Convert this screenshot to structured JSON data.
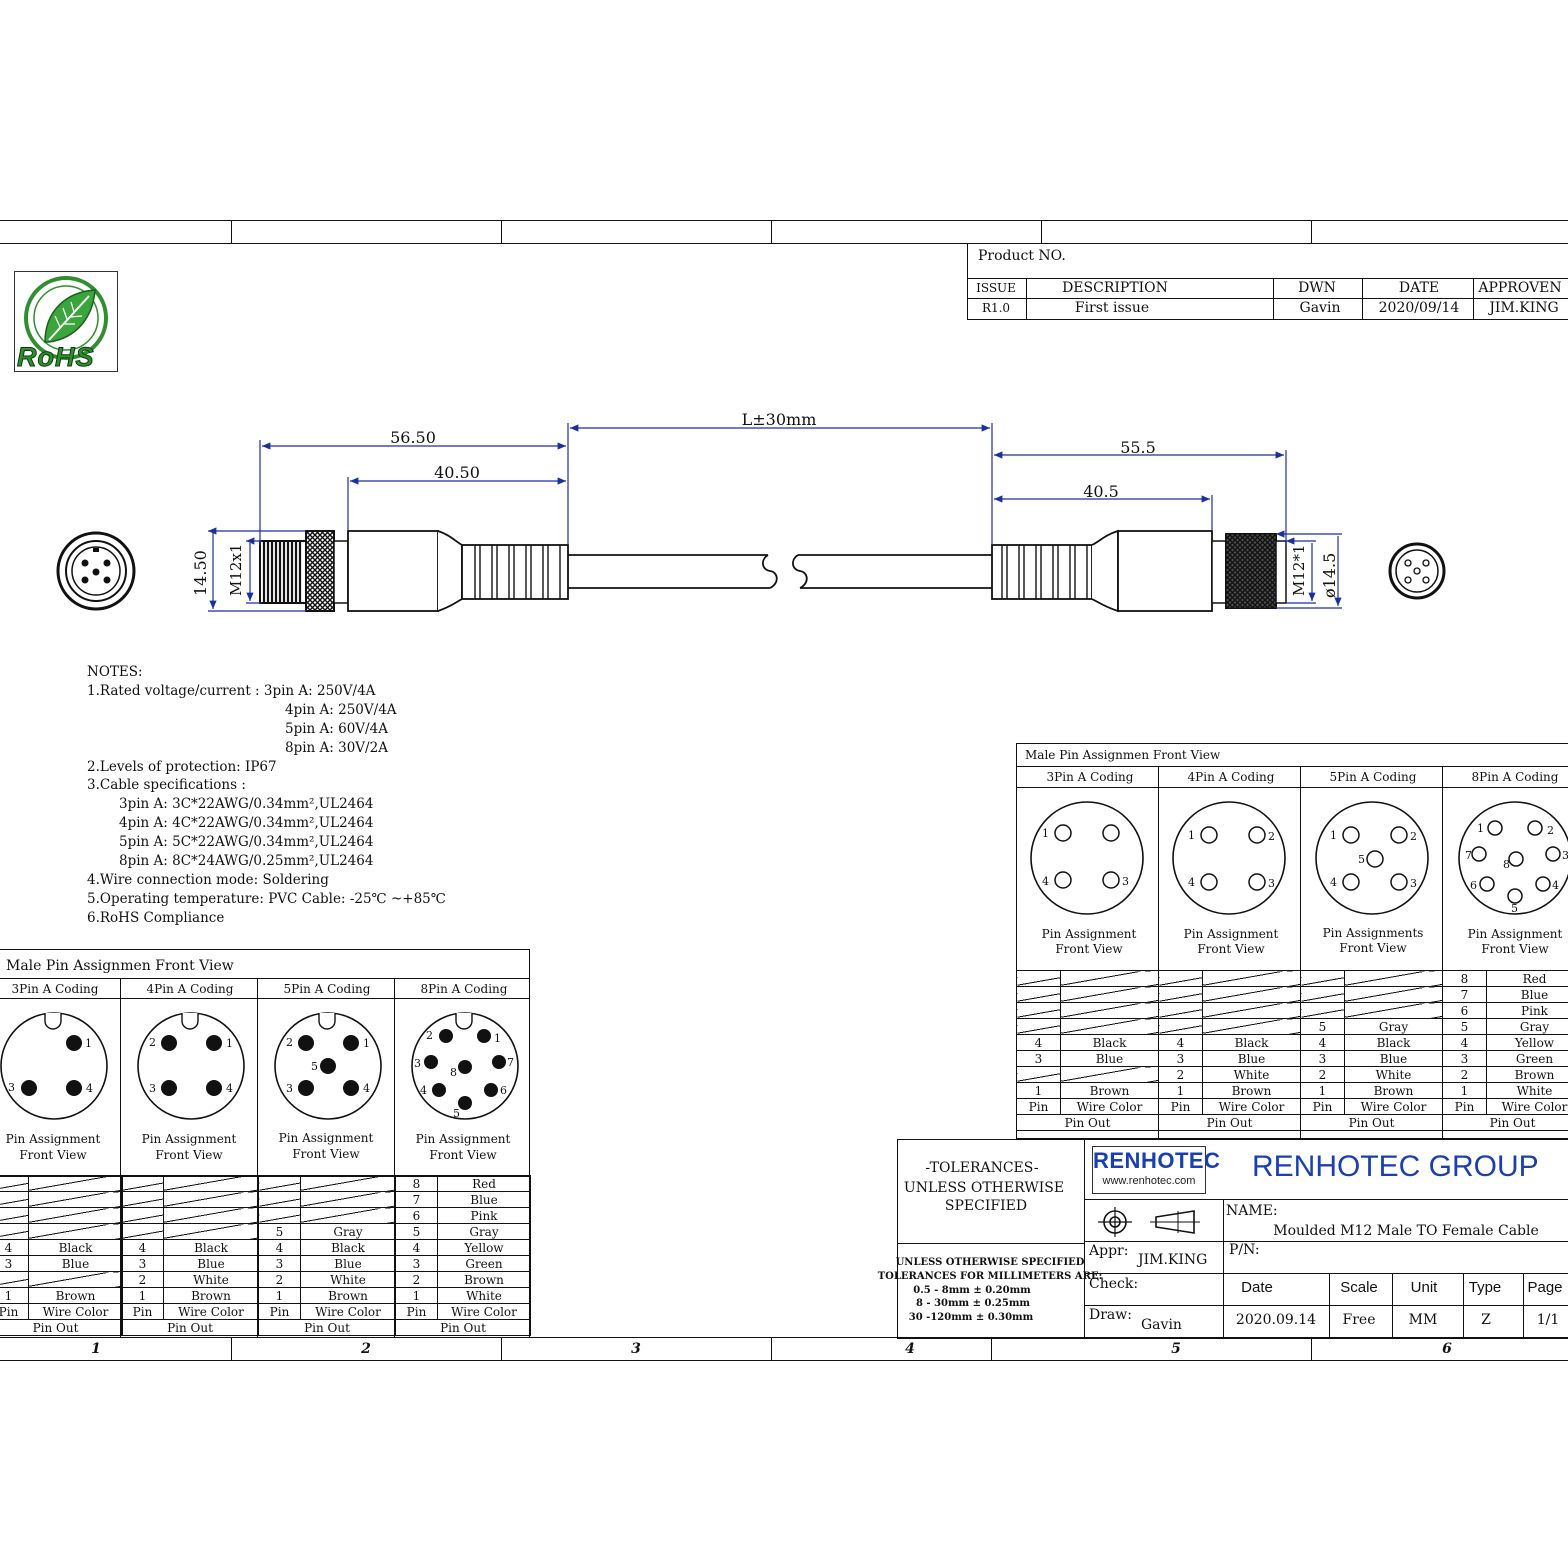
{
  "header": {
    "product_no_label": "Product NO.",
    "issue_label": "ISSUE",
    "description_label": "DESCRIPTION",
    "dwn_label": "DWN",
    "date_label": "DATE",
    "approven_label": "APPROVEN",
    "issue": "R1.0",
    "description": "First issue",
    "dwn": "Gavin",
    "date": "2020/09/14",
    "approven": "JIM.KING"
  },
  "logo": {
    "text": "RoHS",
    "colors": {
      "green": "#2f8f2f",
      "dark": "#1b5e20"
    }
  },
  "dimensions": {
    "d1": "56.50",
    "d2": "40.50",
    "length": "L±30mm",
    "d3": "55.5",
    "d4": "40.5",
    "left_height": "14.50",
    "left_thread": "M12x1",
    "right_thread": "M12*1",
    "right_dia": "ø14.5"
  },
  "notes": {
    "title": "NOTES:",
    "lines": [
      "1.Rated voltage/current : 3pin A: 250V/4A",
      "4pin A: 250V/4A",
      "5pin A: 60V/4A",
      "8pin A: 30V/2A",
      "2.Levels of protection: IP67",
      "3.Cable specifications :",
      "3pin A: 3C*22AWG/0.34mm²,UL2464",
      "4pin A: 4C*22AWG/0.34mm²,UL2464",
      "5pin A: 5C*22AWG/0.34mm²,UL2464",
      "8pin A: 8C*24AWG/0.25mm²,UL2464",
      "4.Wire connection mode: Soldering",
      "5.Operating temperature: PVC Cable: -25℃ ~+85℃",
      "6.RoHS Compliance"
    ]
  },
  "left_table": {
    "title": "Male Pin Assignmen Front View",
    "codings": [
      "3Pin A Coding",
      "4Pin A Coding",
      "5Pin A Coding",
      "8Pin A Coding"
    ],
    "captions": [
      [
        "Pin Assignment",
        "Front View"
      ],
      [
        "Pin Assignment",
        "Front View"
      ],
      [
        "Pin Assignment",
        "Front View"
      ],
      [
        "Pin Assignment",
        "Front View"
      ]
    ],
    "pin_header": "Pin",
    "color_header": "Wire Color",
    "pin_out": "Pin Out"
  },
  "right_table": {
    "title": "Male Pin Assignmen Front View",
    "codings": [
      "3Pin A Coding",
      "4Pin A Coding",
      "5Pin A Coding",
      "8Pin A Coding"
    ],
    "captions": [
      [
        "Pin Assignment",
        "Front View"
      ],
      [
        "Pin Assignment",
        "Front View"
      ],
      [
        "Pin Assignments",
        "Front View"
      ],
      [
        "Pin Assignment",
        "Front View"
      ]
    ],
    "pin_header": "Pin",
    "color_header": "Wire Color",
    "pin_out": "Pin Out"
  },
  "wiring": {
    "pin3": [
      [
        "",
        ""
      ],
      [
        "",
        ""
      ],
      [
        "",
        ""
      ],
      [
        "",
        ""
      ],
      [
        "4",
        "Black"
      ],
      [
        "3",
        "Blue"
      ],
      [
        "",
        ""
      ],
      [
        "1",
        "Brown"
      ]
    ],
    "pin4": [
      [
        "",
        ""
      ],
      [
        "",
        ""
      ],
      [
        "",
        ""
      ],
      [
        "",
        ""
      ],
      [
        "4",
        "Black"
      ],
      [
        "3",
        "Blue"
      ],
      [
        "2",
        "White"
      ],
      [
        "1",
        "Brown"
      ]
    ],
    "pin5": [
      [
        "",
        ""
      ],
      [
        "",
        ""
      ],
      [
        "",
        ""
      ],
      [
        "5",
        "Gray"
      ],
      [
        "4",
        "Black"
      ],
      [
        "3",
        "Blue"
      ],
      [
        "2",
        "White"
      ],
      [
        "1",
        "Brown"
      ]
    ],
    "pin8": [
      [
        "8",
        "Red"
      ],
      [
        "7",
        "Blue"
      ],
      [
        "6",
        "Pink"
      ],
      [
        "5",
        "Gray"
      ],
      [
        "4",
        "Yellow"
      ],
      [
        "3",
        "Green"
      ],
      [
        "2",
        "Brown"
      ],
      [
        "1",
        "White"
      ]
    ]
  },
  "title_block": {
    "tolerances_heading": [
      "-TOLERANCES-",
      "UNLESS OTHERWISE",
      "SPECIFIED"
    ],
    "tolerances_lines": [
      "UNLESS OTHERWISE SPECIFIED",
      "TOLERANCES FOR MILLIMETERS ARE:",
      "0.5 - 8mm ± 0.20mm",
      "8 - 30mm ± 0.25mm",
      "30 -120mm ± 0.30mm"
    ],
    "company_logo_text": "RENHOTEC",
    "company_logo_url": "www.renhotec.com",
    "company": "RENHOTEC GROUP",
    "name_label": "NAME:",
    "name_value": "Moulded M12 Male TO Female Cable",
    "appr_label": "Appr:",
    "appr_value": "JIM.KING",
    "pn_label": "P/N:",
    "check_label": "Check:",
    "draw_label": "Draw:",
    "draw_value": "Gavin",
    "date_label": "Date",
    "date_value": "2020.09.14",
    "scale_label": "Scale",
    "scale_value": "Free",
    "unit_label": "Unit",
    "unit_value": "MM",
    "type_label": "Type",
    "type_value": "Z",
    "page_label": "Page",
    "page_value": "1/1",
    "brand_color": "#1a3fb0",
    "logo_red": "#d21f1f"
  },
  "zones": [
    "1",
    "2",
    "3",
    "4",
    "5",
    "6"
  ]
}
